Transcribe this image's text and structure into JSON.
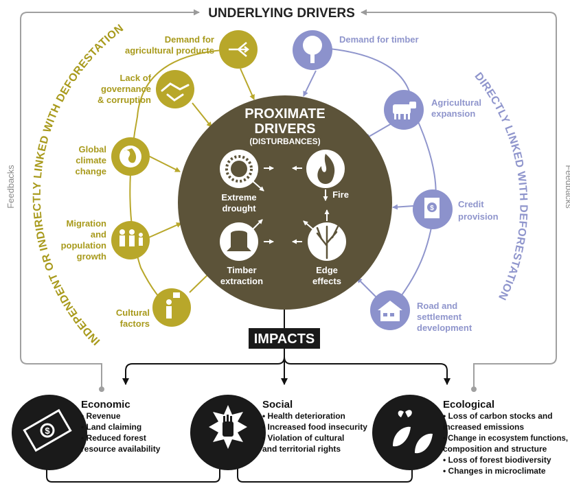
{
  "header": {
    "underlying_drivers": "UNDERLYING DRIVERS"
  },
  "side_labels": {
    "feedbacks_left": "Feedbacks",
    "feedbacks_right": "Feedbacks",
    "indirect": "INDEPENDENT OR INDIRECTLY LINKED WITH DEFORESTATION",
    "direct": "DIRECTLY LINKED WITH DEFORESTATION"
  },
  "indirect_drivers": [
    {
      "icon": "arrows-icon",
      "lines": [
        "Demand for",
        "agricultural products"
      ]
    },
    {
      "icon": "handshake-icon",
      "lines": [
        "Lack of",
        "governance",
        "& corruption"
      ]
    },
    {
      "icon": "globe-icon",
      "lines": [
        "Global",
        "climate",
        "change"
      ]
    },
    {
      "icon": "people-icon",
      "lines": [
        "Migration",
        "and",
        "population",
        "growth"
      ]
    },
    {
      "icon": "person-speech-icon",
      "lines": [
        "Cultural",
        "factors"
      ]
    }
  ],
  "direct_drivers": [
    {
      "icon": "tree-icon",
      "lines": [
        "Demand for timber"
      ]
    },
    {
      "icon": "cow-icon",
      "lines": [
        "Agricultural",
        "expansion"
      ]
    },
    {
      "icon": "credit-document-icon",
      "lines": [
        "Credit",
        "provision"
      ]
    },
    {
      "icon": "house-icon",
      "lines": [
        "Road and",
        "settlement",
        "development"
      ]
    }
  ],
  "proximate": {
    "title_line1": "PROXIMATE",
    "title_line2": "DRIVERS",
    "subtitle": "(DISTURBANCES)",
    "items": [
      {
        "icon": "sun-drought-icon",
        "lines": [
          "Extreme",
          "drought"
        ]
      },
      {
        "icon": "fire-icon",
        "lines": [
          "Fire"
        ]
      },
      {
        "icon": "tree-stump-icon",
        "lines": [
          "Timber",
          "extraction"
        ]
      },
      {
        "icon": "bare-tree-icon",
        "lines": [
          "Edge",
          "effects"
        ]
      }
    ]
  },
  "impacts_label": "IMPACTS",
  "impacts": [
    {
      "icon": "money-icon",
      "title": "Economic",
      "items": [
        "• Revenue",
        "• Land claiming",
        "• Reduced forest",
        "resource availability"
      ]
    },
    {
      "icon": "raised-hand-icon",
      "title": "Social",
      "items": [
        "• Health deterioration",
        "• Increased food insecurity",
        "• Violation of cultural",
        "and territorial rights"
      ]
    },
    {
      "icon": "butterfly-leaf-icon",
      "title": "Ecological",
      "items": [
        "• Loss of carbon stocks and",
        "increased emissions",
        "• Change in ecosystem functions,",
        "composition and structure",
        "• Loss of forest biodiversity",
        "• Changes in microclimate"
      ]
    }
  ],
  "colors": {
    "olive": "#b8a72a",
    "olive_text": "#a89a1c",
    "blue": "#8f95cc",
    "blue_circle": "#8c92cc",
    "center": "#5c5339",
    "dark": "#1a1a1a",
    "gray": "#a0a0a0"
  }
}
